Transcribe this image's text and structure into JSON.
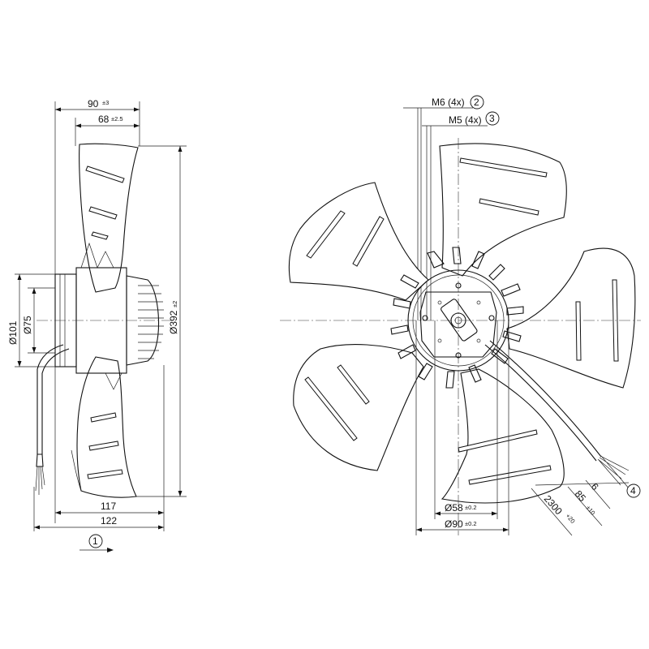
{
  "side_view": {
    "dim_overall_depth": "90",
    "dim_overall_depth_tol": "±3",
    "dim_blade_depth": "68",
    "dim_blade_depth_tol": "±2.5",
    "dim_flange_dia": "Ø101",
    "dim_shaft_dia": "Ø75",
    "dim_fan_dia": "Ø392",
    "dim_fan_dia_tol": "±2",
    "dim_bottom_inner": "117",
    "dim_bottom_outer": "122",
    "airflow_marker": "1"
  },
  "front_view": {
    "thread_m6": "M6 (4x)",
    "thread_m6_marker": "2",
    "thread_m5": "M5 (4x)",
    "thread_m5_marker": "3",
    "dim_bolt_circle_small": "Ø58",
    "dim_bolt_circle_small_tol": "±0.2",
    "dim_bolt_circle_large": "Ø90",
    "dim_bolt_circle_large_tol": "±0.2",
    "cable_length": "2300",
    "cable_length_tol": "+20",
    "cable_strip_length": "85",
    "cable_strip_tol": "±10",
    "cable_wire_end": "6",
    "cable_marker": "4"
  }
}
